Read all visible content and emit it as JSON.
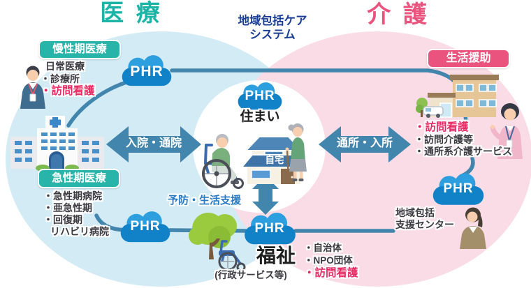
{
  "titles": {
    "medical": "医 療",
    "care": "介 護",
    "system_line1": "地域包括ケア",
    "system_line2": "システム"
  },
  "phr": "PHR",
  "medical_side": {
    "chronic_badge": "慢性期医療",
    "chronic_item1": "日常医療",
    "chronic_item2": "・診療所",
    "chronic_item3": "・訪問看護",
    "acute_badge": "急性期医療",
    "acute_item1": "・急性期病院",
    "acute_item2": "・亜急性期",
    "acute_item3": "・回復期",
    "acute_item4": "リハビリ病院",
    "flow_arrow": "入院・通院"
  },
  "care_side": {
    "support_badge": "生活援助",
    "item1": "・訪問看護",
    "item2": "・訪問介護等",
    "item3": "・通所系介護サービス",
    "flow_arrow": "通所・入所",
    "center_line1": "地域包括",
    "center_line2": "支援センター"
  },
  "center": {
    "housing": "住まい",
    "home": "自宅",
    "prevention": "予防・生活支援"
  },
  "welfare": {
    "name": "福祉",
    "sub": "(行政サービス等)",
    "item1": "・自治体",
    "item2": "・NPO団体",
    "item3": "・訪問看護"
  },
  "colors": {
    "medical_accent": "#1db4a8",
    "care_accent": "#e9537d",
    "medical_circle": "#d2ebf5",
    "care_circle": "#fadce6",
    "phr_blue": "#1182c8",
    "connector_blue": "#4386ad",
    "system_blue": "#1a3e94",
    "highlight_red": "#e82b64",
    "text_dark": "#3a3a40",
    "prevention_blue": "#2679c2"
  }
}
